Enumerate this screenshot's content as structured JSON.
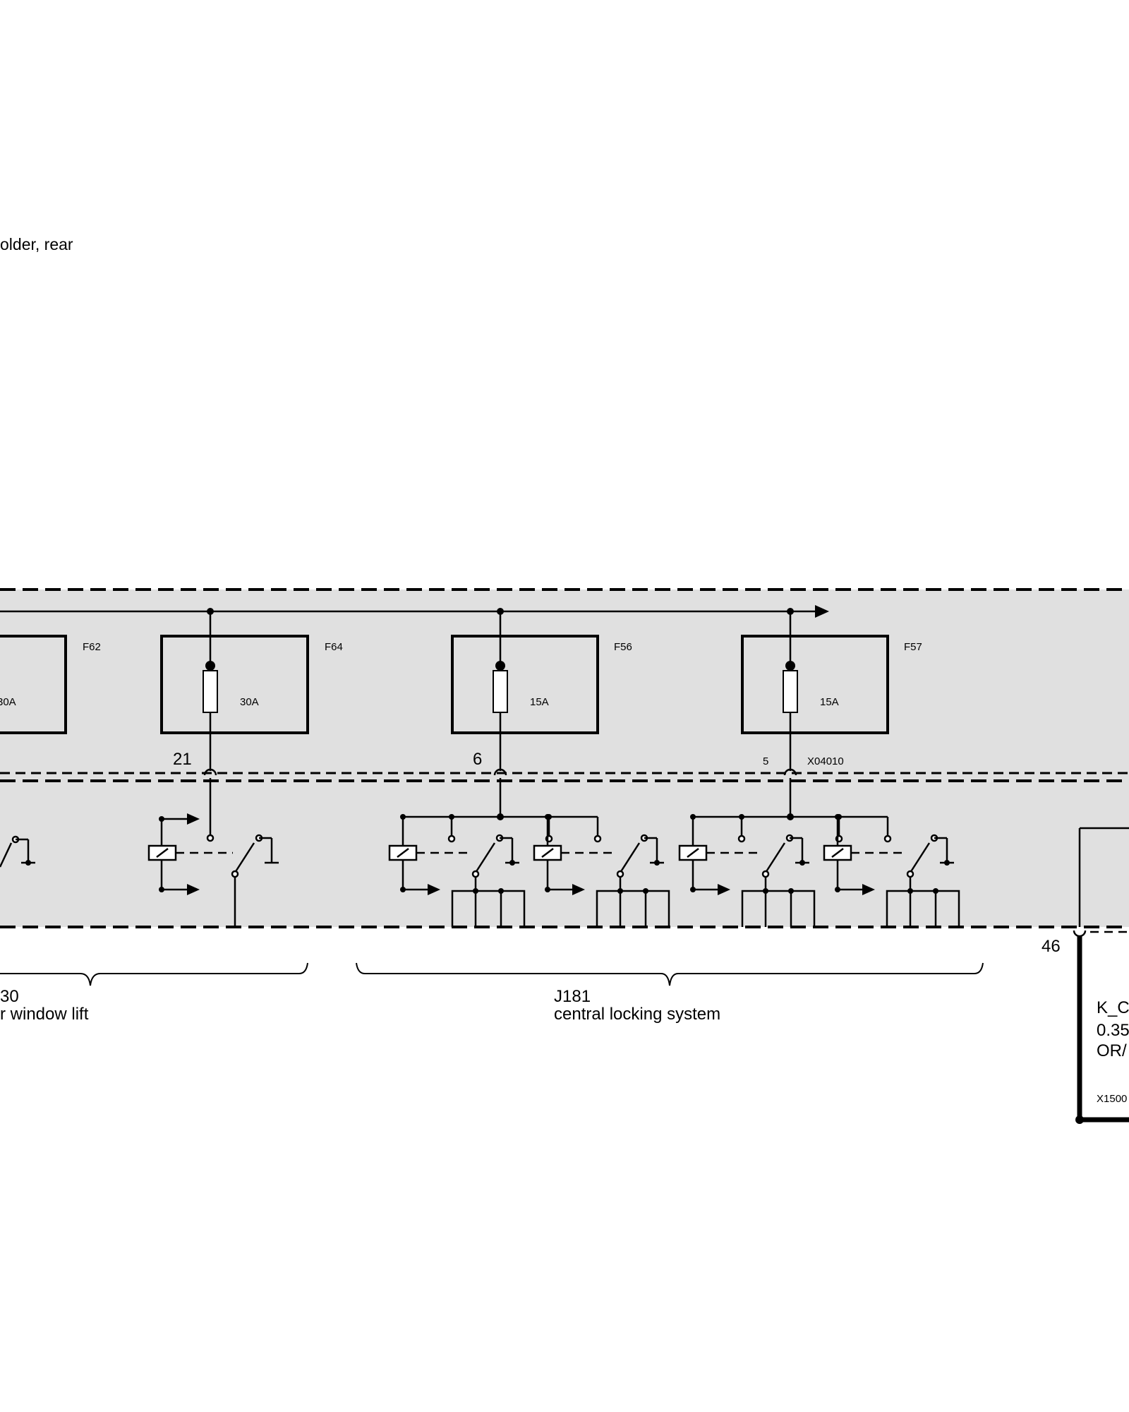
{
  "header": {
    "partial_label": "older, rear"
  },
  "fuses": [
    {
      "id": "F62",
      "rating": "30A"
    },
    {
      "id": "F64",
      "rating": "30A"
    },
    {
      "id": "F56",
      "rating": "15A"
    },
    {
      "id": "F57",
      "rating": "15A"
    }
  ],
  "pins": {
    "f64_pin": "21",
    "f56_pin": "6",
    "f57_pin": "5",
    "connector": "X04010",
    "right_pin": "46"
  },
  "groups": {
    "left": {
      "code": "30",
      "name": "r window lift"
    },
    "center": {
      "code": "J181",
      "name": "central locking system"
    }
  },
  "right_wire": {
    "line1": "K_C",
    "line2": "0.35",
    "line3": "OR/",
    "connector": "X1500"
  },
  "colors": {
    "module_fill": "#e0e0e0",
    "line": "#000000",
    "background": "#ffffff"
  }
}
